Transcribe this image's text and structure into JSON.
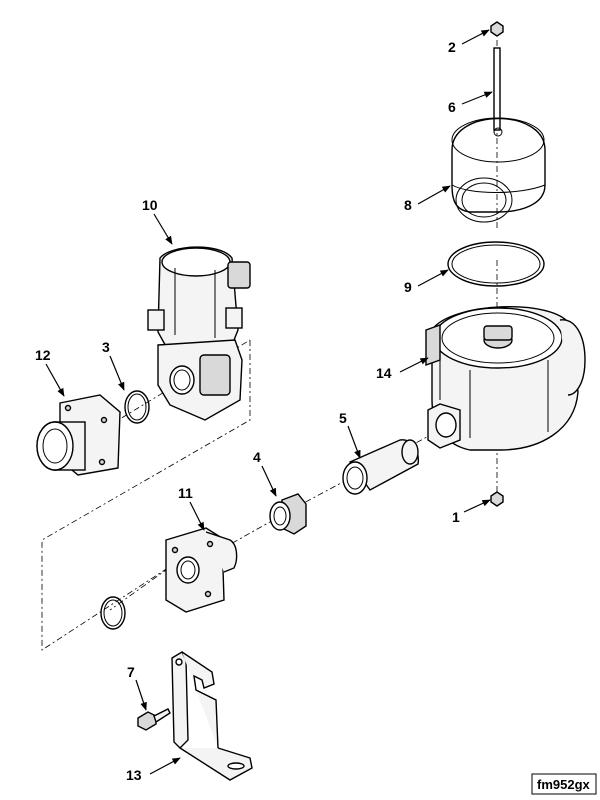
{
  "figure": {
    "reference": "fm952gx",
    "callouts": [
      "1",
      "2",
      "3",
      "4",
      "5",
      "6",
      "7",
      "8",
      "9",
      "10",
      "11",
      "12",
      "13",
      "14"
    ]
  }
}
